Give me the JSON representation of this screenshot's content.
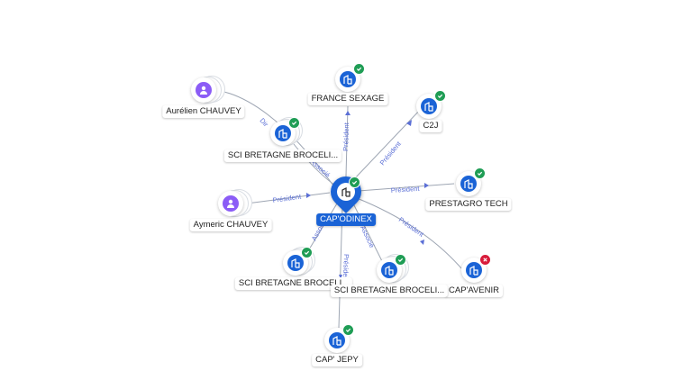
{
  "center": {
    "label": "CAP'ODINEX",
    "badge": "active"
  },
  "nodes": [
    {
      "id": "france-sexage",
      "label": "FRANCE SEXAGE",
      "kind": "company",
      "status": "active"
    },
    {
      "id": "c2j",
      "label": "C2J",
      "kind": "company",
      "status": "active"
    },
    {
      "id": "prestagro-tech",
      "label": "PRESTAGRO TECH",
      "kind": "company",
      "status": "active"
    },
    {
      "id": "capavenir",
      "label": "CAP'AVENIR",
      "kind": "company",
      "status": "closed"
    },
    {
      "id": "sci-bretagne-1",
      "label": "SCI BRETAGNE BROCELI...",
      "kind": "company",
      "status": "active"
    },
    {
      "id": "sci-bretagne-2",
      "label": "SCI BRETAGNE BROCELI...",
      "kind": "company",
      "status": "active"
    },
    {
      "id": "sci-bretagne-3",
      "label": "SCI BRETAGNE BROCELI...",
      "kind": "company",
      "status": "active"
    },
    {
      "id": "cap-jepy",
      "label": "CAP' JEPY",
      "kind": "company",
      "status": "active"
    },
    {
      "id": "aurelien",
      "label": "Aurélien CHAUVEY",
      "kind": "person",
      "status": ""
    },
    {
      "id": "aymeric",
      "label": "Aymeric CHAUVEY",
      "kind": "person",
      "status": ""
    }
  ],
  "edges": [
    {
      "id": "e-france",
      "label": "Président"
    },
    {
      "id": "e-c2j",
      "label": "Président"
    },
    {
      "id": "e-prestagro",
      "label": "Président"
    },
    {
      "id": "e-capavenir",
      "label": "Président"
    },
    {
      "id": "e-aymeric",
      "label": "Président"
    },
    {
      "id": "e-aurelien",
      "label": "Dir"
    },
    {
      "id": "e-sci1",
      "label": "Associé"
    },
    {
      "id": "e-sci2",
      "label": "Associé"
    },
    {
      "id": "e-sci3",
      "label": "Associé"
    },
    {
      "id": "e-jepy",
      "label": "Président"
    }
  ],
  "colors": {
    "company": "#1a63d6",
    "person": "#8b5cf6",
    "active": "#1f9d55",
    "closed": "#d81b3a",
    "edge_label": "#5b6fd6"
  }
}
